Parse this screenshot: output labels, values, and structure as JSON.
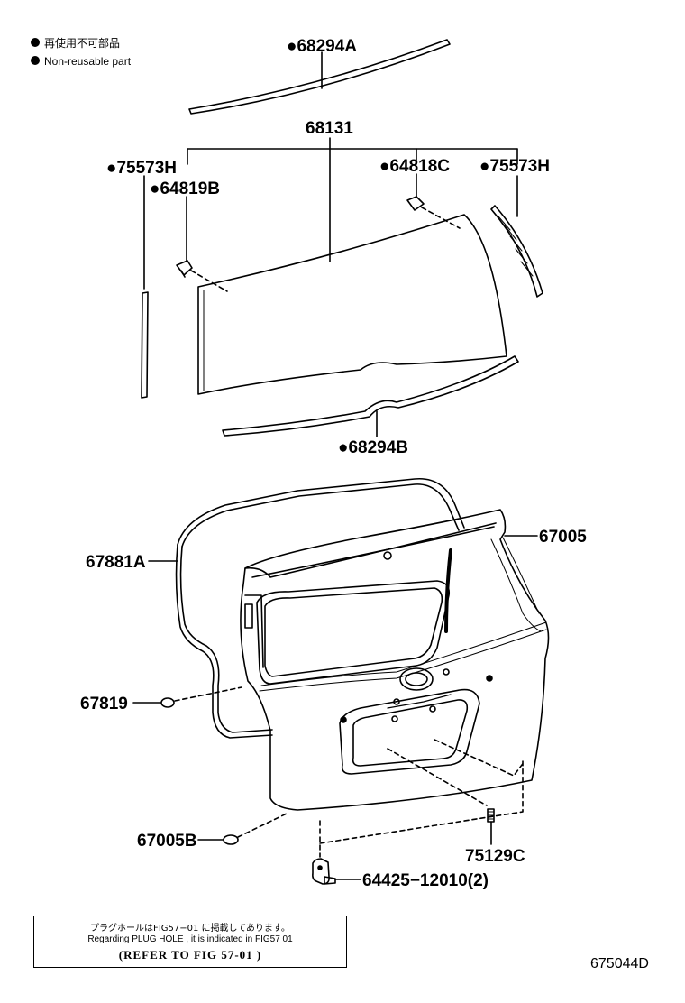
{
  "legend": {
    "japanese": "再使用不可部品",
    "english": "Non-reusable part"
  },
  "parts": {
    "p68294A": "●68294A",
    "p68131": "68131",
    "p75573H_left": "●75573H",
    "p64819B": "●64819B",
    "p64818C": "●64818C",
    "p75573H_right": "●75573H",
    "p68294B": "●68294B",
    "p67005": "67005",
    "p67881A": "67881A",
    "p67819": "67819",
    "p67005B": "67005B",
    "p75129C": "75129C",
    "p64425": "64425−12010(2)"
  },
  "note": {
    "japanese": "プラグホールはFIG57−01 に掲載してあります。",
    "english": "Regarding  PLUG HOLE , it is indicated in FIG57   01",
    "refer": "(REFER TO FIG  57-01 )"
  },
  "figure_id": "675044D"
}
